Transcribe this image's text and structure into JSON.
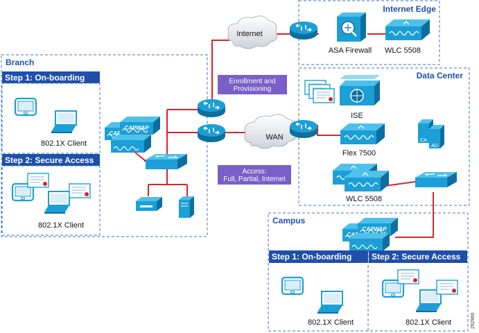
{
  "zones": {
    "internet_edge": "Internet Edge",
    "data_center": "Data Center",
    "branch": "Branch",
    "campus": "Campus"
  },
  "clouds": {
    "internet": "Internet",
    "wan": "WAN"
  },
  "branch": {
    "step1": "Step 1: On-boarding",
    "step2": "Step 2: Secure Access",
    "client1": "802.1X Client",
    "client2": "802.1X Client",
    "ap_label": "CAPWAP"
  },
  "campus": {
    "step1": "Step 1: On-boarding",
    "step2": "Step 2: Secure Access",
    "client1": "802.1X Client",
    "client2": "802.1X Client",
    "ap_label": "CAPWAP"
  },
  "devices": {
    "asa": "ASA Firewall",
    "wlc_edge": "WLC 5508",
    "ise": "ISE",
    "flex": "Flex 7500",
    "wlc_dc": "WLC 5508",
    "ca": "CA",
    "ad": "AD"
  },
  "callouts": {
    "enroll_line1": "Enrollment and",
    "enroll_line2": "Provisioning",
    "access_line1": "Access:",
    "access_line2": "Full, Partial, Internet"
  },
  "figure_id": "292960",
  "colors": {
    "zone_border": "#3b73c4",
    "step_bar": "#1f4fa8",
    "device": "#1c9fd6",
    "link": "#d8232a",
    "callout": "#7a5fc8"
  }
}
